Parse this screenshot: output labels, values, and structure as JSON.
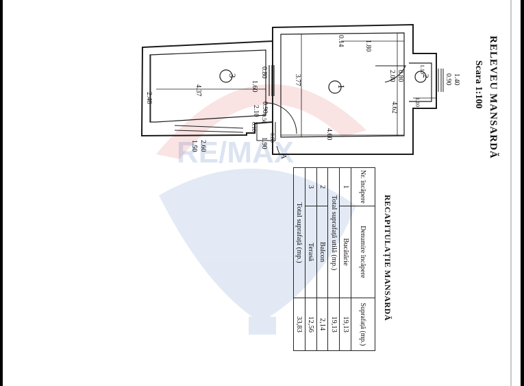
{
  "title": "RELEVEU MANSARDĂ",
  "scale": "Scara 1:100",
  "watermark_text": "RE/MAX",
  "recap": {
    "title": "RECAPITULAȚIE MANSARDĂ",
    "headers": [
      "Nr. încăpere",
      "Denumire încăpere",
      "Suprafață (mp.)"
    ],
    "rows": [
      {
        "nr": "1",
        "name": "Bucătărie",
        "area": "19,13"
      }
    ],
    "total_util_label": "Total suprafață utilă (mp.)",
    "total_util_value": "19,13",
    "rows2": [
      {
        "nr": "2",
        "name": "Balcon",
        "area": "2,14"
      },
      {
        "nr": "3",
        "name": "Terasă",
        "area": "12,56"
      }
    ],
    "total_label": "Total suprafață (mp.)",
    "total_value": "33,83"
  },
  "plan": {
    "rooms": [
      {
        "number": "1"
      },
      {
        "number": "2"
      },
      {
        "number": "3"
      }
    ],
    "dimensions": {
      "d_014": "0.14",
      "d_180": "1.80",
      "d_377": "3.77",
      "d_462": "4.62",
      "d_460": "4.60",
      "d_437": "4.37",
      "d_248": "2.48",
      "d_080a": "0.80",
      "d_160": "1.60",
      "d_090": "0.90",
      "d_210": "2.10",
      "d_010": "0.10",
      "d_050": "0.50",
      "d_080b": "0.80",
      "d_190": "1.90",
      "d_260": "2.60",
      "d_150": "1.50",
      "d_080c": "0.80",
      "d_200": "2.00",
      "d_110a": "1.10",
      "d_110b": "1.10",
      "d_140": "1.40",
      "d_090b": "0.90"
    },
    "marker": "A"
  }
}
